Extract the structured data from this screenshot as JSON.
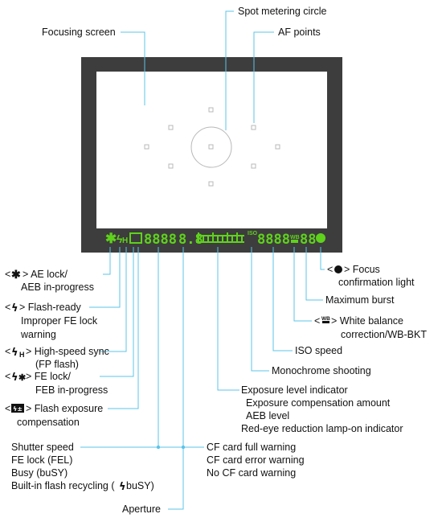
{
  "callouts": {
    "focusing_screen": "Focusing screen",
    "spot_metering_circle": "Spot metering circle",
    "af_points": "AF points",
    "ae_lock": {
      "prefix": "<",
      "suffix": "> AE lock/",
      "line2": "AEB in-progress"
    },
    "flash_ready": {
      "prefix": "<",
      "suffix": "> Flash-ready",
      "line2": "Improper FE lock",
      "line3": "warning"
    },
    "high_speed_sync": {
      "prefix": "<",
      "sub": "H",
      "suffix": "> High-speed sync",
      "line2": "(FP flash)"
    },
    "fe_lock": {
      "prefix": "<",
      "suffix": "> FE lock/",
      "line2": "FEB in-progress"
    },
    "flash_exposure_comp": {
      "prefix": "<",
      "suffix": "> Flash exposure",
      "line2": "compensation"
    },
    "shutter_group": {
      "line1": "Shutter speed",
      "line2": "FE lock (FEL)",
      "line3": "Busy (buSY)",
      "line4_a": "Built-in flash recycling (",
      "line4_b": "buSY)"
    },
    "aperture": "Aperture",
    "cf_group": {
      "line1": "CF card full warning",
      "line2": "CF card error warning",
      "line3": "No CF card warning"
    },
    "exposure_group": {
      "line1": "Exposure level indicator",
      "line2": "Exposure compensation amount",
      "line3": "AEB level",
      "line4": "Red-eye reduction lamp-on indicator"
    },
    "monochrome": "Monochrome shooting",
    "iso_speed": "ISO speed",
    "white_balance": {
      "prefix": "<",
      "suffix": "> White balance",
      "line2": "correction/WB-BKT"
    },
    "maximum_burst": "Maximum burst",
    "focus_confirmation": {
      "prefix": "<",
      "suffix": "> Focus",
      "line2": "confirmation light"
    }
  },
  "lcd": {
    "shutter_digits": "8888",
    "aperture_digits": "8.8",
    "iso_prefix": "ISO",
    "iso_digits": "8888",
    "burst_digits": "88",
    "wb_mark": "WB"
  },
  "colors": {
    "leader": "#5bc4e8",
    "frame": "#3d3d3d",
    "lcd": "#5fd21c",
    "screen_marks": "#b8b8b8"
  }
}
